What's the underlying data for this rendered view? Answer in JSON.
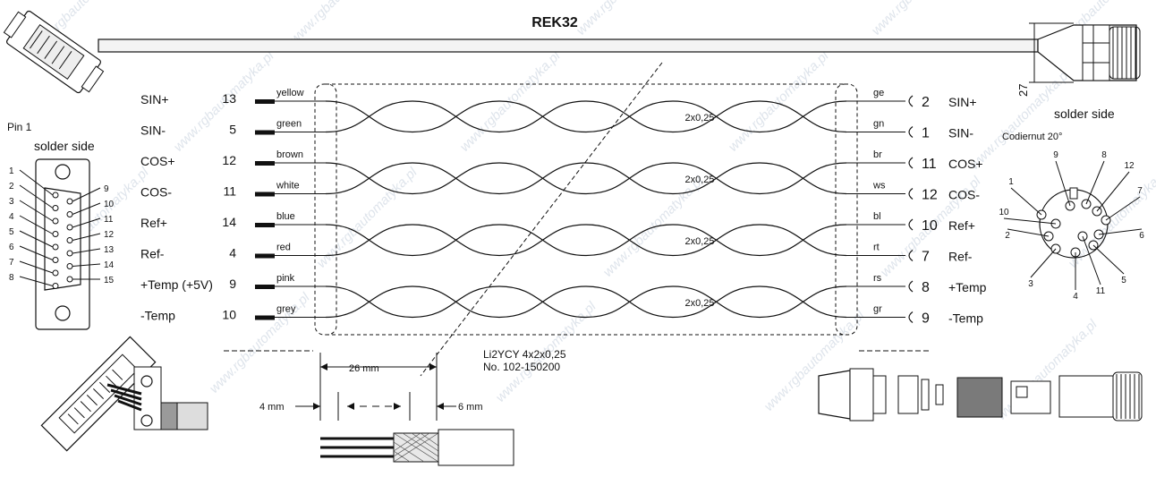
{
  "title": "REK32",
  "watermark": "www.rgbautomatyka.pl",
  "left_connector": {
    "pin1_label": "Pin 1",
    "side_label": "solder side",
    "pins_left": [
      "1",
      "2",
      "3",
      "4",
      "5",
      "6",
      "7",
      "8"
    ],
    "pins_right": [
      "9",
      "10",
      "11",
      "12",
      "13",
      "14",
      "15"
    ]
  },
  "right_connector": {
    "side_label": "solder side",
    "notch_label": "Codiernut 20°",
    "pins": [
      "9",
      "8",
      "12",
      "1",
      "7",
      "10",
      "2",
      "6",
      "3",
      "5",
      "4",
      "11"
    ]
  },
  "dimension_27": "27",
  "signals": [
    {
      "name": "SIN+",
      "left_pin": "13",
      "color": "yellow",
      "code": "ge",
      "right_pin": "2",
      "right_name": "SIN+"
    },
    {
      "name": "SIN-",
      "left_pin": "5",
      "color": "green",
      "code": "gn",
      "right_pin": "1",
      "right_name": "SIN-"
    },
    {
      "name": "COS+",
      "left_pin": "12",
      "color": "brown",
      "code": "br",
      "right_pin": "11",
      "right_name": "COS+"
    },
    {
      "name": "COS-",
      "left_pin": "11",
      "color": "white",
      "code": "ws",
      "right_pin": "12",
      "right_name": "COS-"
    },
    {
      "name": "Ref+",
      "left_pin": "14",
      "color": "blue",
      "code": "bl",
      "right_pin": "10",
      "right_name": "Ref+"
    },
    {
      "name": "Ref-",
      "left_pin": "4",
      "color": "red",
      "code": "rt",
      "right_pin": "7",
      "right_name": "Ref-"
    },
    {
      "name": "+Temp (+5V)",
      "left_pin": "9",
      "color": "pink",
      "code": "rs",
      "right_pin": "8",
      "right_name": "+Temp"
    },
    {
      "name": "-Temp",
      "left_pin": "10",
      "color": "grey",
      "code": "gr",
      "right_pin": "9",
      "right_name": "-Temp"
    }
  ],
  "pair_label": "2x0,25",
  "cable": {
    "line1": "Li2YCY  4x2x0,25",
    "line2": "No. 102-150200"
  },
  "dims": {
    "d26": "26 mm",
    "d4": "4 mm",
    "d6": "6 mm"
  }
}
